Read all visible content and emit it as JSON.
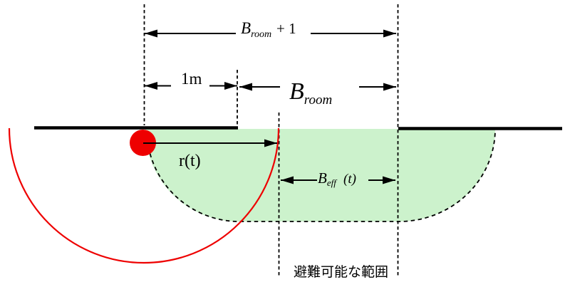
{
  "figure": {
    "type": "evacuation-range-diagram",
    "labels": {
      "room_width_plus_one": {
        "base": "B",
        "sub": "room",
        "suffix": "+ 1"
      },
      "one_meter": "1m",
      "room_width": {
        "base": "B",
        "sub": "room"
      },
      "radius": "r(t)",
      "effective_width": {
        "base": "B",
        "sub": "eff",
        "suffix": "(t)"
      },
      "evacuable_range": "避難可能な範囲"
    },
    "colors": {
      "region_fill": "#ccf2cc",
      "hazard_red": "#ee0000",
      "line_black": "#000000"
    }
  }
}
